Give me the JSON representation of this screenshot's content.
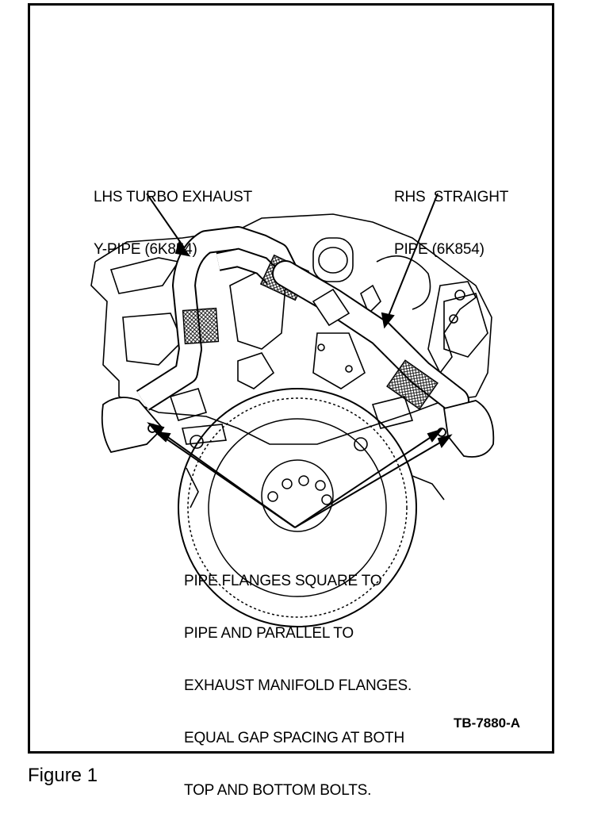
{
  "figure": {
    "caption": "Figure 1",
    "code": "TB-7880-A"
  },
  "callouts": {
    "lhs": {
      "line1": "LHS TURBO EXHAUST",
      "line2": "Y-PIPE (6K854)"
    },
    "rhs": {
      "line1": "RHS  STRAIGHT",
      "line2": "PIPE (6K854)"
    },
    "note": {
      "line1": "PIPE FLANGES SQUARE TO",
      "line2": "PIPE AND PARALLEL TO",
      "line3": "EXHAUST MANIFOLD FLANGES.",
      "line4": "EQUAL GAP SPACING AT BOTH",
      "line5": "TOP AND BOTTOM BOLTS."
    }
  }
}
